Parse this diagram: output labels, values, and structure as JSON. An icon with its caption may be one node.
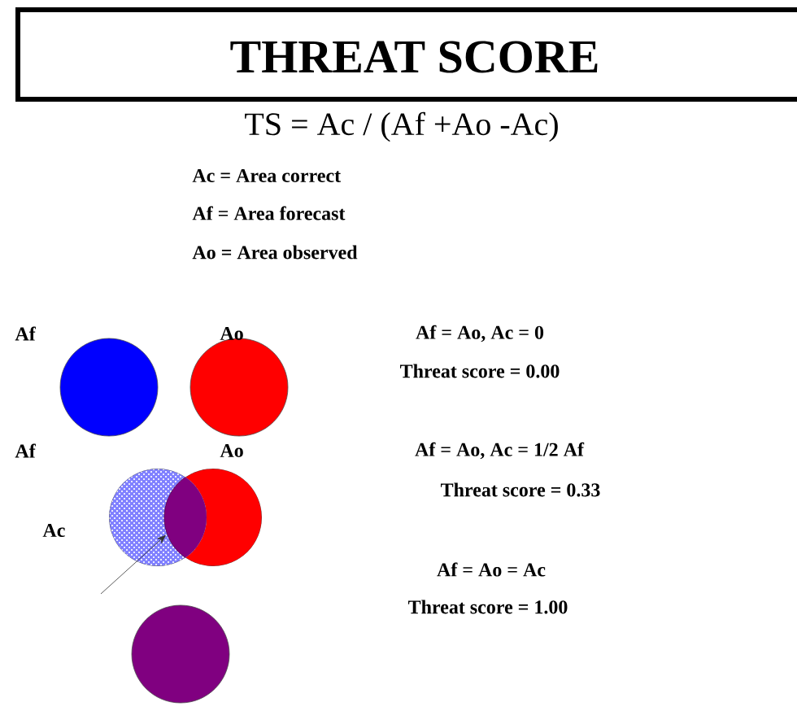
{
  "diagram": {
    "title": "THREAT SCORE",
    "nodes": [
      {
        "text": [],
        "shape": "circle"
      },
      {
        "text": [],
        "shape": "circle"
      },
      {
        "text": [],
        "shape": "circle"
      },
      {
        "text": [],
        "shape": "circle"
      },
      {
        "text": [],
        "shape": "lens"
      },
      {
        "text": [],
        "shape": "circle"
      }
    ],
    "edges": [
      {
        "from": null,
        "to": 4,
        "arrow": "to"
      }
    ],
    "labels": [
      "TS = Ac / (Af +Ao -Ac)",
      "Ac =  Area correct",
      "Af =  Area forecast",
      "Ao  = Area observed",
      "Af",
      "Ao",
      "Af = Ao, Ac = 0",
      "Threat score = 0.00",
      "Af",
      "Ao",
      "Af = Ao, Ac = 1/2 Af",
      "Ac",
      "Threat score = 0.33",
      "Af = Ao = Ac",
      "Threat score = 1.00"
    ]
  }
}
